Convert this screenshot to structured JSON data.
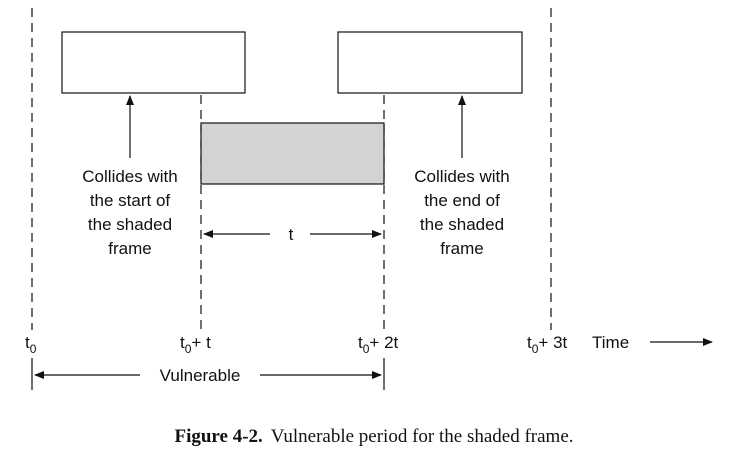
{
  "colors": {
    "shaded_frame": "#d3d3d3",
    "line": "#111111"
  },
  "labels": {
    "left_note": [
      "Collides with",
      "the start of",
      "the shaded",
      "frame"
    ],
    "right_note": [
      "Collides with",
      "the end of",
      "the shaded",
      "frame"
    ],
    "frame_time": "t",
    "time_label": "Time",
    "vulnerable": "Vulnerable",
    "ticks": [
      {
        "base": "t",
        "sub": "0",
        "suffix": ""
      },
      {
        "base": "t",
        "sub": "0",
        "suffix": "+ t"
      },
      {
        "base": "t",
        "sub": "0",
        "suffix": "+ 2t"
      },
      {
        "base": "t",
        "sub": "0",
        "suffix": "+ 3t"
      }
    ]
  },
  "caption": {
    "number": "Figure 4-2.",
    "text": "Vulnerable period for the shaded frame."
  }
}
